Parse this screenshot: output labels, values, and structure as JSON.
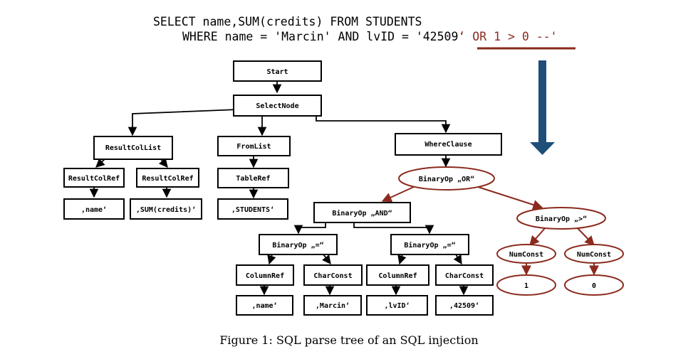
{
  "query": {
    "line1": "SELECT name,SUM(credits) FROM STUDENTS",
    "line2_prefix": "WHERE name = 'Marcin' AND lvID = '42509",
    "line2_injection": "‘ OR 1 > 0 --'"
  },
  "nodes": {
    "start": "Start",
    "select_node": "SelectNode",
    "result_col_list": "ResultColList",
    "from_list": "FromList",
    "where_clause": "WhereClause",
    "result_col_ref_1": "ResultColRef",
    "result_col_ref_2": "ResultColRef",
    "table_ref": "TableRef",
    "leaf_name_1": ",name‘",
    "leaf_sum_credits": ",SUM(credits)‘",
    "leaf_students": ",STUDENTS‘",
    "binop_or": "BinaryOp „OR“",
    "binop_and": "BinaryOp „AND“",
    "binop_gt": "BinaryOp „>“",
    "binop_eq_1": "BinaryOp „=“",
    "binop_eq_2": "BinaryOp „=“",
    "column_ref_1": "ColumnRef",
    "char_const_1": "CharConst",
    "column_ref_2": "ColumnRef",
    "char_const_2": "CharConst",
    "leaf_name_2": ",name‘",
    "leaf_marcin": ",Marcin‘",
    "leaf_lvid": ",lvID‘",
    "leaf_42509": ",42509‘",
    "num_const_1": "NumConst",
    "num_const_2": "NumConst",
    "leaf_1": "1",
    "leaf_0": "0"
  },
  "caption": "Figure 1: SQL parse tree of an SQL injection",
  "colors": {
    "injection": "#8b2a1e",
    "big_arrow": "#1f4e79",
    "box_border": "#000000"
  }
}
